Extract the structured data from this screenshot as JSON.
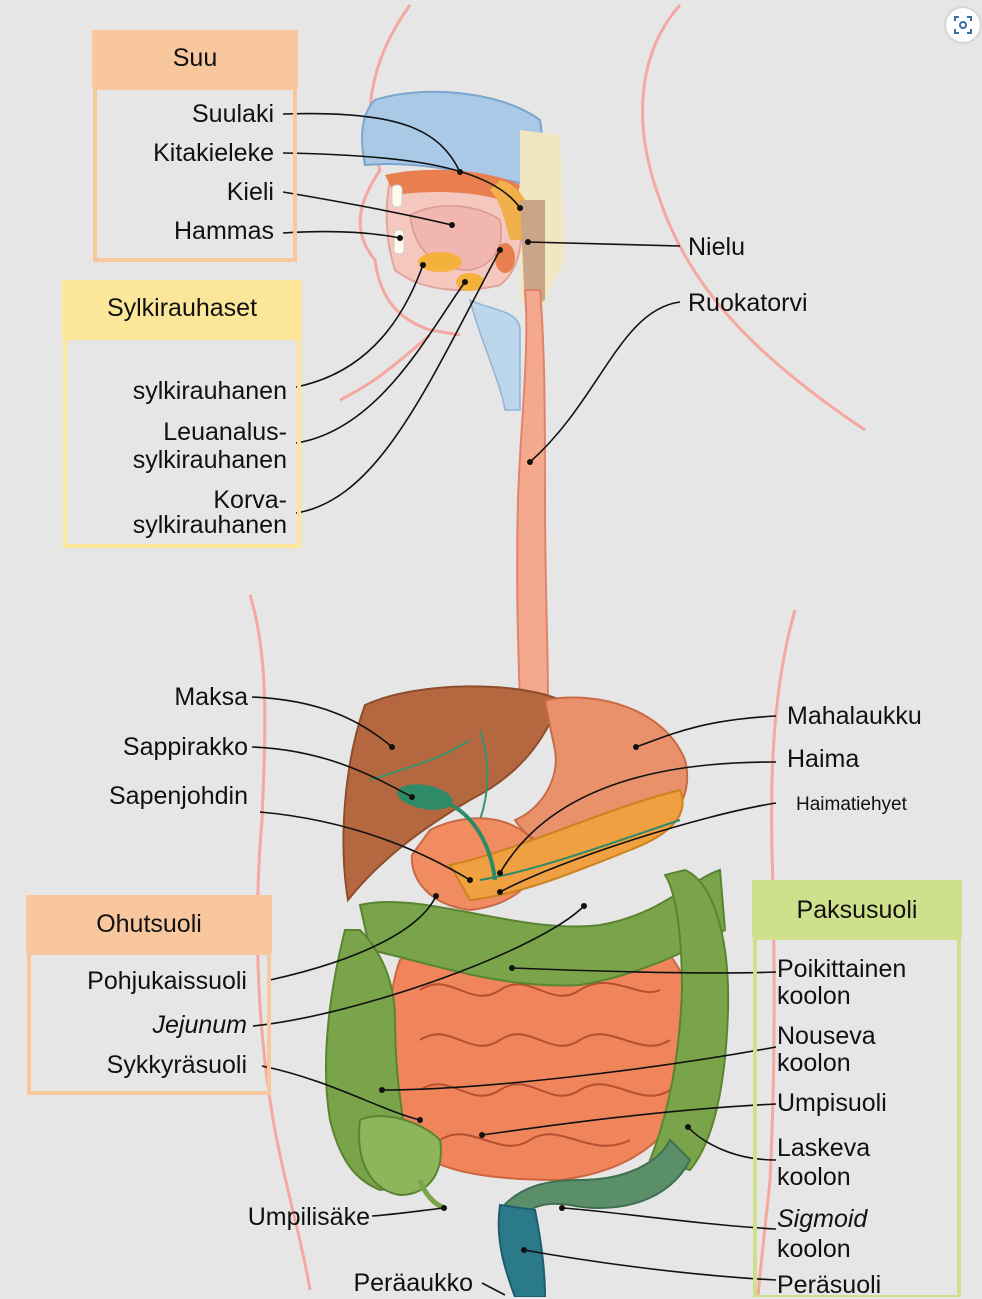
{
  "diagram": {
    "boxes": {
      "suu": {
        "title": "Suu",
        "color": "#f9c79e"
      },
      "sylkirauhaset": {
        "title": "Sylkirauhaset",
        "color": "#fbe69a"
      },
      "ohutsuoli": {
        "title": "Ohutsuoli",
        "color": "#f9c79e"
      },
      "paksusuoli": {
        "title": "Paksusuoli",
        "color": "#cfe08c"
      }
    },
    "labels": {
      "suulaki": "Suulaki",
      "kitakieleke": "Kitakieleke",
      "kieli": "Kieli",
      "hammas": "Hammas",
      "nielu": "Nielu",
      "ruokatorvi": "Ruokatorvi",
      "sylkirauhanen": "sylkirauhanen",
      "leuanalus_1": "Leuanalus-",
      "leuanalus_2": "sylkirauhanen",
      "korva_1": "Korva-",
      "korva_2": "sylkirauhanen",
      "maksa": "Maksa",
      "sappirakko": "Sappirakko",
      "sapenjohdin": "Sapenjohdin",
      "mahalaukku": "Mahalaukku",
      "haima": "Haima",
      "haimatiehyet": "Haimatiehyet",
      "pohjukaissuoli": "Pohjukaissuoli",
      "jejunum": "Jejunum",
      "sykkyrasuoli": "Sykkyräsuoli",
      "poikittainen_1": "Poikittainen",
      "poikittainen_2": "koolon",
      "nouseva_1": "Nouseva",
      "nouseva_2": "koolon",
      "umpisuoli": "Umpisuoli",
      "laskeva_1": "Laskeva",
      "laskeva_2": "koolon",
      "sigmoid_1": "Sigmoid",
      "sigmoid_2": "koolon",
      "umpilisake": "Umpilisäke",
      "perasuoli": "Peräsuoli",
      "peraaukko": "Peräaukko"
    },
    "colors": {
      "liver": "#b5683f",
      "stomach": "#e8916a",
      "pancreas": "#f0a040",
      "small_intestine": "#f0855c",
      "colon": "#7aa44a",
      "esophagus": "#f4a98e",
      "bile": "#2f8a67",
      "rectum": "#2a7a8a",
      "body_outline": "#f5a8a0"
    }
  }
}
